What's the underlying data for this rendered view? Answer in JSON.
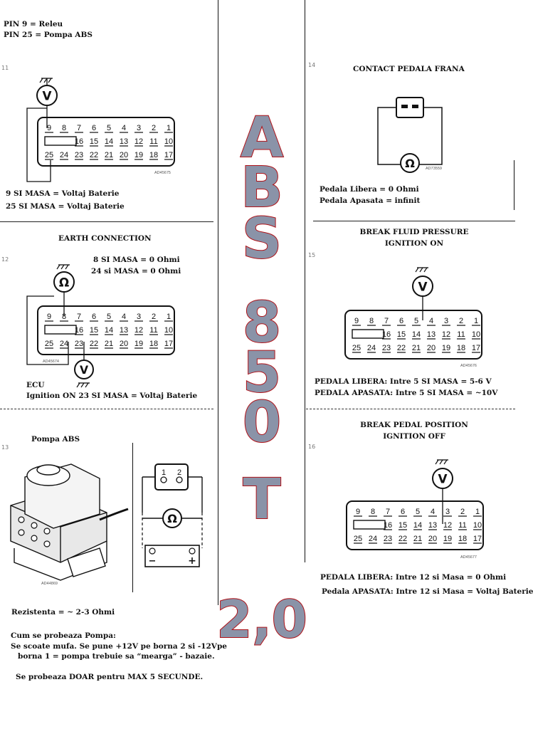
{
  "top_left": {
    "line1": "PIN 9 = Releu",
    "line2": "PIN 25 = Pompa ABS",
    "diagram_num": "11",
    "code": "AD45675",
    "caption1": "9 SI MASA = Voltaj Baterie",
    "caption2": "25 SI MASA = Voltaj Baterie"
  },
  "mid_left": {
    "heading": "EARTH CONNECTION",
    "diagram_num": "12",
    "note1": "8 SI MASA = 0 Ohmi",
    "note2": "24 si MASA = 0 Ohmi",
    "code": "AD45674",
    "caption1": "ECU",
    "caption2": "Ignition ON  23 SI MASA = Voltaj Baterie"
  },
  "bottom_left": {
    "heading": "Pompa ABS",
    "diagram_num": "13",
    "code": "AD44869",
    "resist": "Rezistenta =  ~ 2-3 Ohmi",
    "how_title": "Cum se probeaza Pompa:",
    "how1": "Se scoate mufa. Se pune +12V pe borna 2 si -12Vpe",
    "how2": "borna 1 = pompa trebuie sa “mearga” - bazaie.",
    "warning": "Se probeaza DOAR pentru MAX 5 SECUNDE."
  },
  "top_right": {
    "heading": "CONTACT PEDALA FRANA",
    "diagram_num": "14",
    "code": "AD73559",
    "caption1": "Pedala Libera = 0 Ohmi",
    "caption2": "Pedala Apasata = infinit"
  },
  "mid_right": {
    "heading1": "BREAK FLUID PRESSURE",
    "heading2": "IGNITION ON",
    "diagram_num": "15",
    "code": "AD45676",
    "caption1": "PEDALA LIBERA: Intre 5 SI MASA = 5-6 V",
    "caption2": "PEDALA APASATA: Intre 5 SI MASA = ~10V"
  },
  "bottom_right": {
    "heading1": "BREAK PEDAL POSITION",
    "heading2": "IGNITION OFF",
    "diagram_num": "16",
    "code": "AD45677",
    "caption1": "PEDALA LIBERA: Intre 12 si Masa = 0 Ohmi",
    "caption2": "Pedala APASATA: Intre 12 si Masa = Voltaj Baterie"
  },
  "banner": {
    "letters": [
      "A",
      "B",
      "S",
      "8",
      "5",
      "0",
      "T"
    ],
    "model": "2,0"
  },
  "connector": {
    "top_pins": [
      "9",
      "8",
      "7",
      "6",
      "5",
      "4",
      "3",
      "2",
      "1"
    ],
    "mid_pins": [
      "16",
      "15",
      "14",
      "13",
      "12",
      "11",
      "10"
    ],
    "bot_pins": [
      "25",
      "24",
      "23",
      "22",
      "21",
      "20",
      "19",
      "18",
      "17"
    ]
  },
  "meter": {
    "volt": "V",
    "ohm": "Ω"
  },
  "switch_pins": [
    "1",
    "2"
  ],
  "battery_signs": [
    "−",
    "+"
  ]
}
